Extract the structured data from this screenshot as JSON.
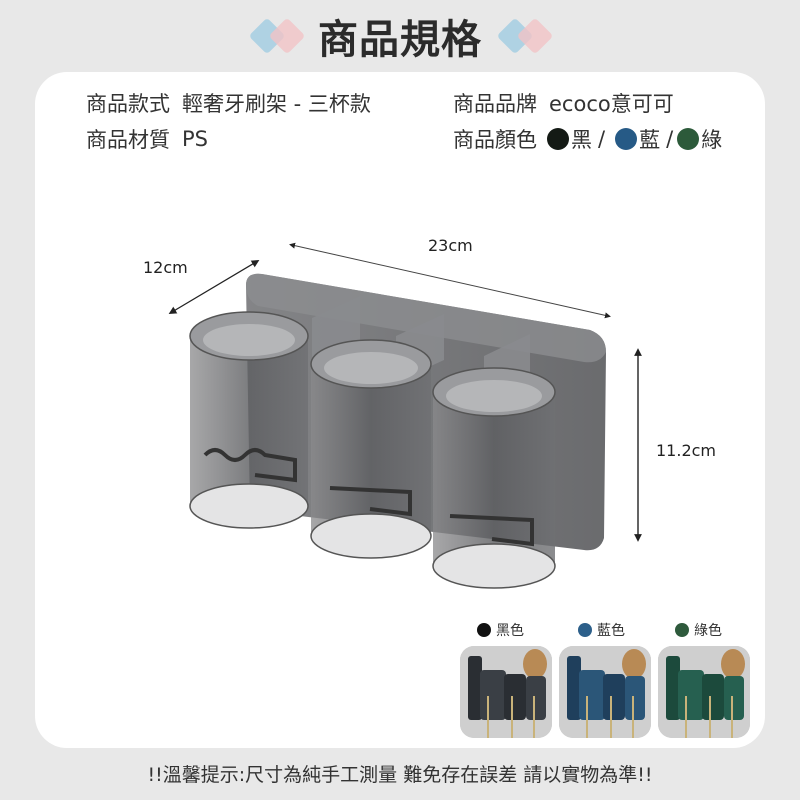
{
  "header": {
    "title": "商品規格"
  },
  "specs": {
    "style": {
      "label": "商品款式",
      "value": "輕奢牙刷架 - 三杯款"
    },
    "brand": {
      "label": "商品品牌",
      "value": "ecoco意可可"
    },
    "material": {
      "label": "商品材質",
      "value": "PS"
    },
    "colors": {
      "label": "商品顏色",
      "options": [
        {
          "name": "黑",
          "hex": "#141a15"
        },
        {
          "name": "藍",
          "hex": "#265a86"
        },
        {
          "name": "綠",
          "hex": "#2c5a3a"
        }
      ],
      "separator": "/"
    }
  },
  "dimensions": {
    "depth": "12cm",
    "width": "23cm",
    "height": "11.2cm"
  },
  "variants": [
    {
      "label": "黑色",
      "dot": "#111111",
      "body": "#2a2e33",
      "accent": "#3a3f45"
    },
    {
      "label": "藍色",
      "dot": "#2c5f8a",
      "body": "#1f3f5c",
      "accent": "#2b5678"
    },
    {
      "label": "綠色",
      "dot": "#2e5a3c",
      "body": "#1c4a3c",
      "accent": "#266050"
    }
  ],
  "footer": {
    "notice": "!!溫馨提示:尺寸為純手工測量 難免存在誤差 請以實物為準!!"
  }
}
